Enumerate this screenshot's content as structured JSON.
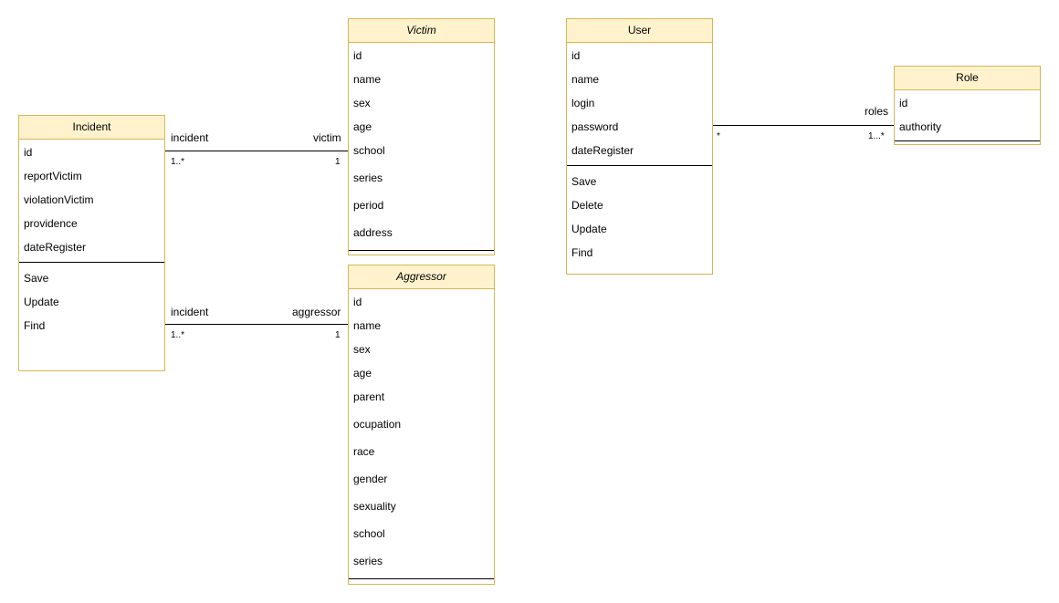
{
  "classes": {
    "incident": {
      "name": "Incident",
      "attributes": [
        "id",
        "reportVictim",
        "violationVictim",
        "providence",
        "dateRegister"
      ],
      "methods": [
        "Save",
        "Update",
        "Find"
      ]
    },
    "victim": {
      "name": "Victim",
      "attributes": [
        "id",
        "name",
        "sex",
        "age",
        "school",
        "series",
        "period",
        "address"
      ],
      "methods": []
    },
    "aggressor": {
      "name": "Aggressor",
      "attributes": [
        "id",
        "name",
        "sex",
        "age",
        "parent",
        "ocupation",
        "race",
        "gender",
        "sexuality",
        "school",
        "series"
      ],
      "methods": []
    },
    "user": {
      "name": "User",
      "attributes": [
        "id",
        "name",
        "login",
        "password",
        "dateRegister"
      ],
      "methods": [
        "Save",
        "Delete",
        "Update",
        "Find"
      ]
    },
    "role": {
      "name": "Role",
      "attributes": [
        "id",
        "authority"
      ],
      "methods": []
    }
  },
  "associations": {
    "incident_victim": {
      "source_role": "incident",
      "target_role": "victim",
      "source_mult": "1..*",
      "target_mult": "1"
    },
    "incident_aggressor": {
      "source_role": "incident",
      "target_role": "aggressor",
      "source_mult": "1..*",
      "target_mult": "1"
    },
    "user_role": {
      "target_role": "roles",
      "source_mult": "*",
      "target_mult": "1...*"
    }
  },
  "colors": {
    "class_header_fill": "#fff2cc",
    "class_border": "#d6b656",
    "line": "#000000"
  }
}
